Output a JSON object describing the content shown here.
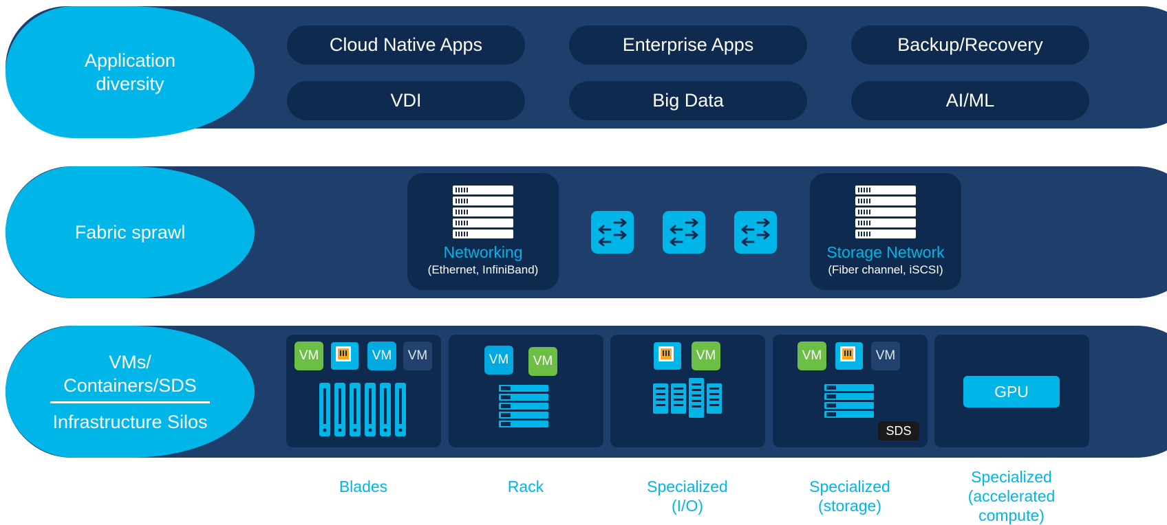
{
  "rows": {
    "app": {
      "caption": "Application diversity",
      "pills": [
        "Cloud Native Apps",
        "Enterprise Apps",
        "Backup/Recovery",
        "VDI",
        "Big Data",
        "AI/ML"
      ]
    },
    "fabric": {
      "caption": "Fabric sprawl",
      "networking": {
        "title": "Networking",
        "sub": "(Ethernet, InfiniBand)"
      },
      "storage": {
        "title": "Storage Network",
        "sub": "(Fiber channel, iSCSI)"
      }
    },
    "infra": {
      "caption_top_1": "VMs/",
      "caption_top_2": "Containers/SDS",
      "caption_bottom": "Infrastructure Silos",
      "vm_label": "VM",
      "gpu_label": "GPU",
      "sds_label": "SDS",
      "tile_labels": [
        [
          "Blades"
        ],
        [
          "Rack"
        ],
        [
          "Specialized",
          "(I/O)"
        ],
        [
          "Specialized",
          "(storage)"
        ],
        [
          "Specialized",
          "(accelerated",
          "compute)"
        ]
      ]
    }
  },
  "colors": {
    "accent": "#00b6e8",
    "band": "#1e3f6b",
    "panel": "#0f2a4f",
    "green": "#6dbe45",
    "chip_orange": "#f7a823"
  }
}
